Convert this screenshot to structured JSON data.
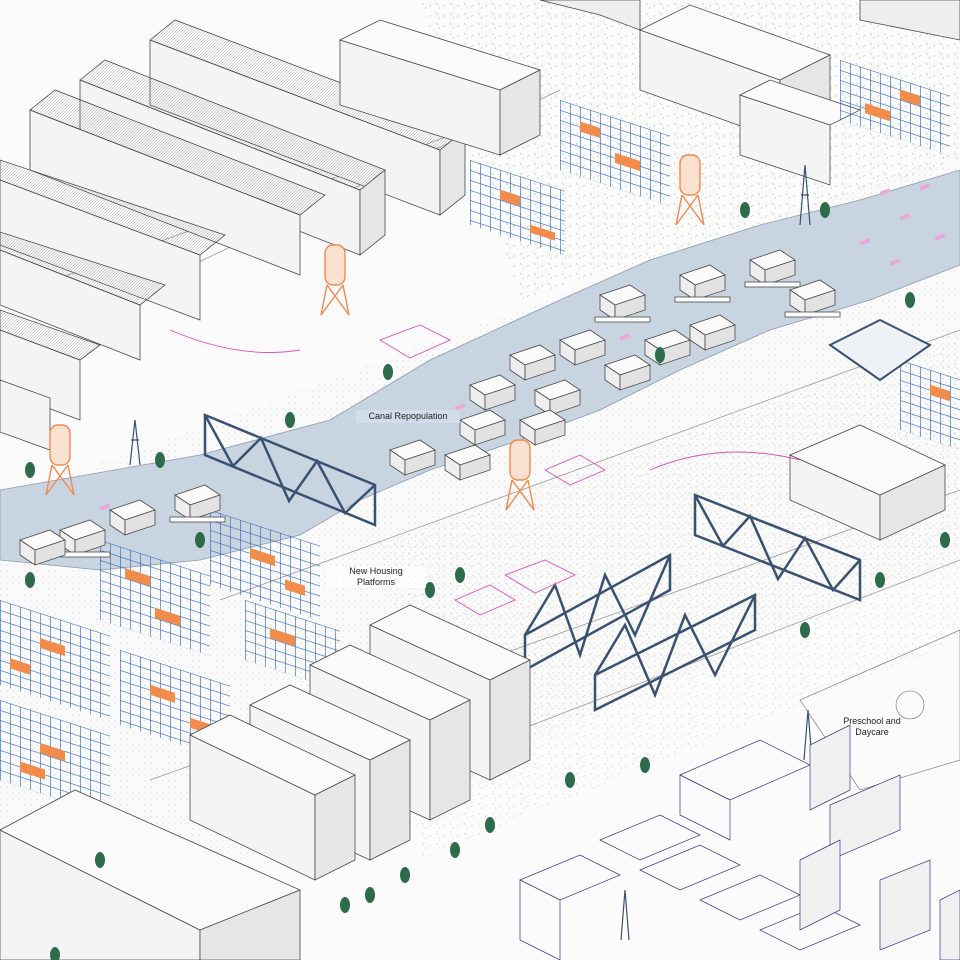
{
  "labels": {
    "canal": "Canal Repopulation",
    "housing_line1": "New Housing",
    "housing_line2": "Platforms",
    "preschool_line1": "Preschool and",
    "preschool_line2": "Daycare"
  },
  "colors": {
    "background": "#fbfbfb",
    "canal_water": "#c9d4e1",
    "building_fill": "#f2f2f2",
    "building_stroke": "#4a4a4a",
    "scaffold_blue": "#2f64b8",
    "module_orange": "#f28c4a",
    "tower_orange": "#f2894e",
    "tree_green": "#2e6b4a",
    "annotation_pink": "#e14fc1",
    "truss_steel": "#3a5272"
  }
}
